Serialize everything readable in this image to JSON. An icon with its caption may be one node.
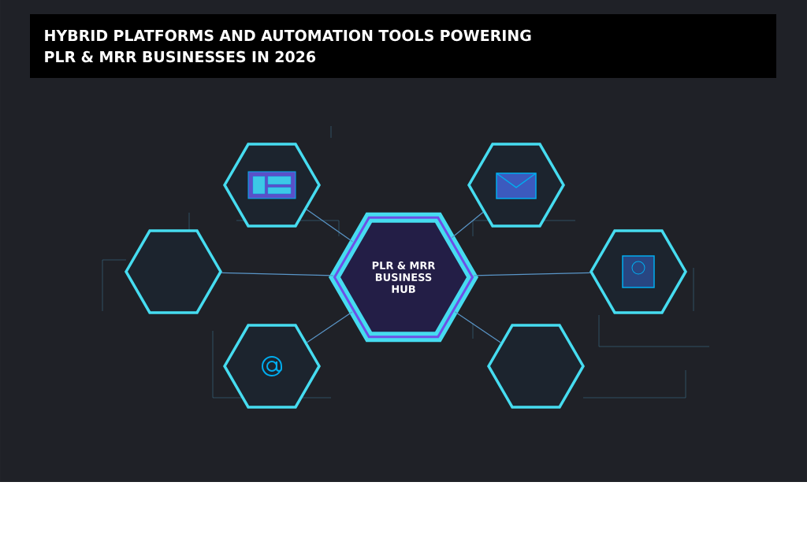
{
  "diagram": {
    "title": "HYBRID PLATFORMS AND AUTOMATION TOOLS POWERING PLR & MRR BUSINESSES IN 2026",
    "nodes": [
      {
        "text": [
          "PLR & MRR BUSINESS HUB"
        ]
      },
      {
        "text": [],
        "shape": "hexagon"
      },
      {
        "text": [],
        "shape": "hexagon"
      },
      {
        "text": [],
        "shape": "hexagon"
      },
      {
        "text": [],
        "shape": "hexagon"
      },
      {
        "text": [],
        "shape": "hexagon"
      },
      {
        "text": [],
        "shape": "hexagon"
      }
    ],
    "edges": [
      {
        "from": 0,
        "to": 1,
        "arrow": "none"
      },
      {
        "from": 0,
        "to": 2,
        "arrow": "none"
      },
      {
        "from": 0,
        "to": 3,
        "arrow": "none"
      },
      {
        "from": 0,
        "to": 4,
        "arrow": "none"
      },
      {
        "from": 0,
        "to": 5,
        "arrow": "none"
      },
      {
        "from": 0,
        "to": 6,
        "arrow": "none"
      }
    ]
  }
}
